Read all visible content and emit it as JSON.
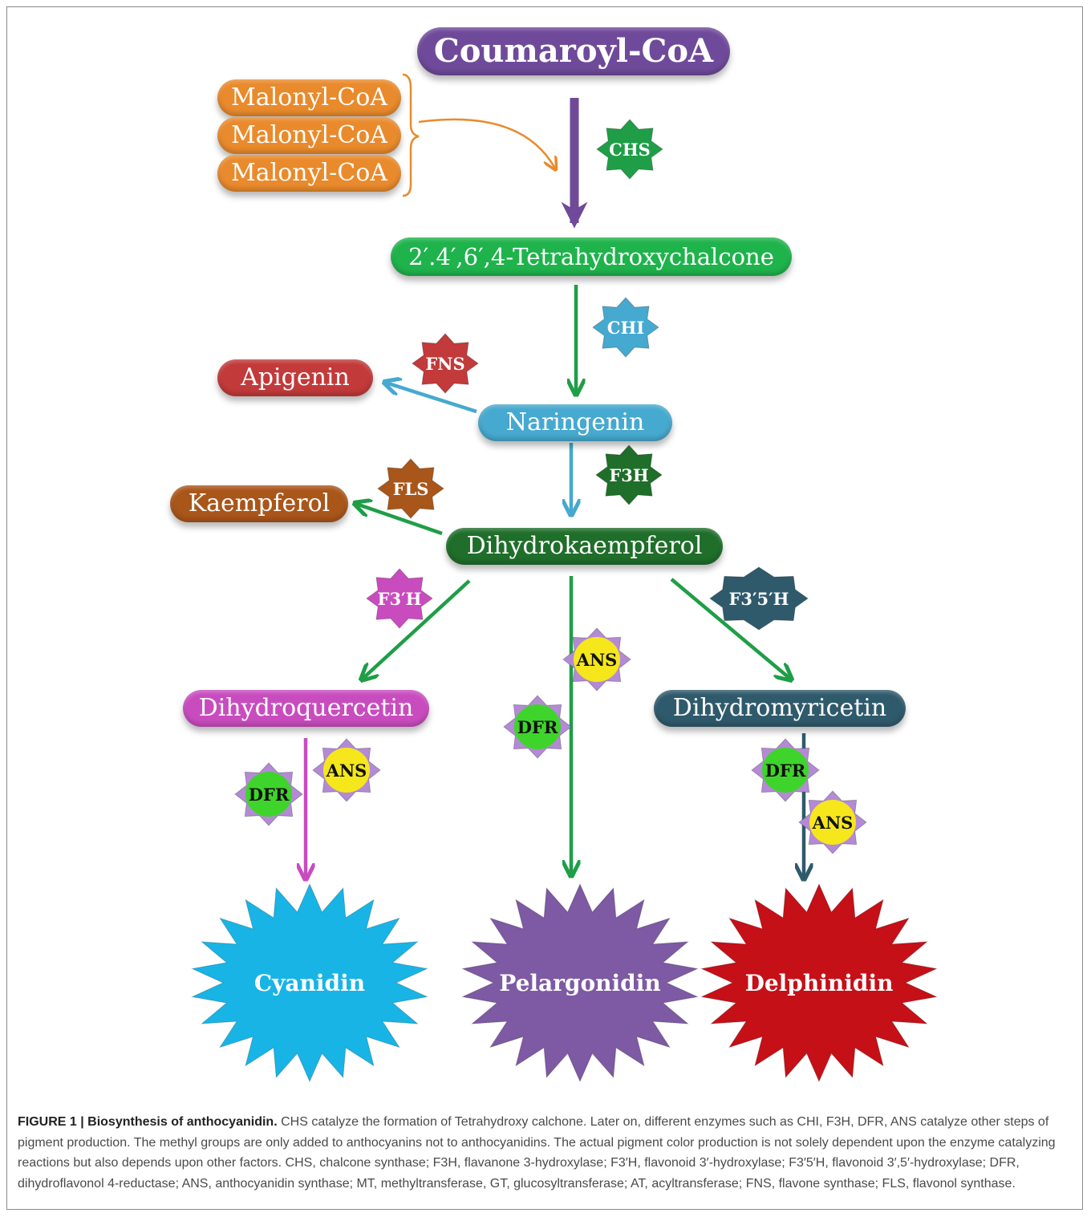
{
  "nodes": {
    "coumaroyl": "Coumaroyl-CoA",
    "malonyl": [
      "Malonyl-CoA",
      "Malonyl-CoA",
      "Malonyl-CoA"
    ],
    "chalcone": "2′.4′,6′,4-Tetrahydroxychalcone",
    "apigenin": "Apigenin",
    "naringenin": "Naringenin",
    "kaempferol": "Kaempferol",
    "dihydrokaempferol": "Dihydrokaempferol",
    "dihydroquercetin": "Dihydroquercetin",
    "dihydromyricetin": "Dihydromyricetin"
  },
  "enzymes": {
    "chs": "CHS",
    "chi": "CHI",
    "fns": "FNS",
    "f3h": "F3H",
    "fls": "FLS",
    "f3ph": "F3′H",
    "f35h": "F3′5′H",
    "ans": "ANS",
    "dfr": "DFR"
  },
  "products": {
    "cyanidin": "Cyanidin",
    "pelargonidin": "Pelargonidin",
    "delphinidin": "Delphinidin"
  },
  "colors": {
    "purple": "#6f4a9a",
    "orange": "#e98a2c",
    "green": "#1f9e47",
    "sky": "#46a9cf",
    "red": "#c23a3a",
    "brown": "#a9561a",
    "darkgreen": "#1f6e2a",
    "pink": "#c94cbf",
    "teal": "#2f5a6c",
    "cyan": "#18b4e6",
    "crimson": "#c51018",
    "violet": "#7d5aa3",
    "yellow": "#f5e71b",
    "lime": "#3fd42b"
  },
  "caption": {
    "label": "FIGURE 1 | Biosynthesis of anthocyanidin.",
    "text": "CHS catalyze the formation of Tetrahydroxy calchone. Later on, different enzymes such as CHI, F3H, DFR, ANS catalyze other steps of pigment production. The methyl groups are only added to anthocyanins not to anthocyanidins. The actual pigment color production is not solely dependent upon the enzyme catalyzing reactions but also depends upon other factors. CHS, chalcone synthase; F3H, flavanone 3-hydroxylase; F3′H, flavonoid 3′-hydroxylase; F3′5′H, flavonoid 3′,5′-hydroxylase; DFR, dihydroflavonol 4-reductase; ANS, anthocyanidin synthase; MT, methyltransferase, GT, glucosyltransferase; AT, acyltransferase; FNS, flavone synthase; FLS, flavonol synthase."
  }
}
